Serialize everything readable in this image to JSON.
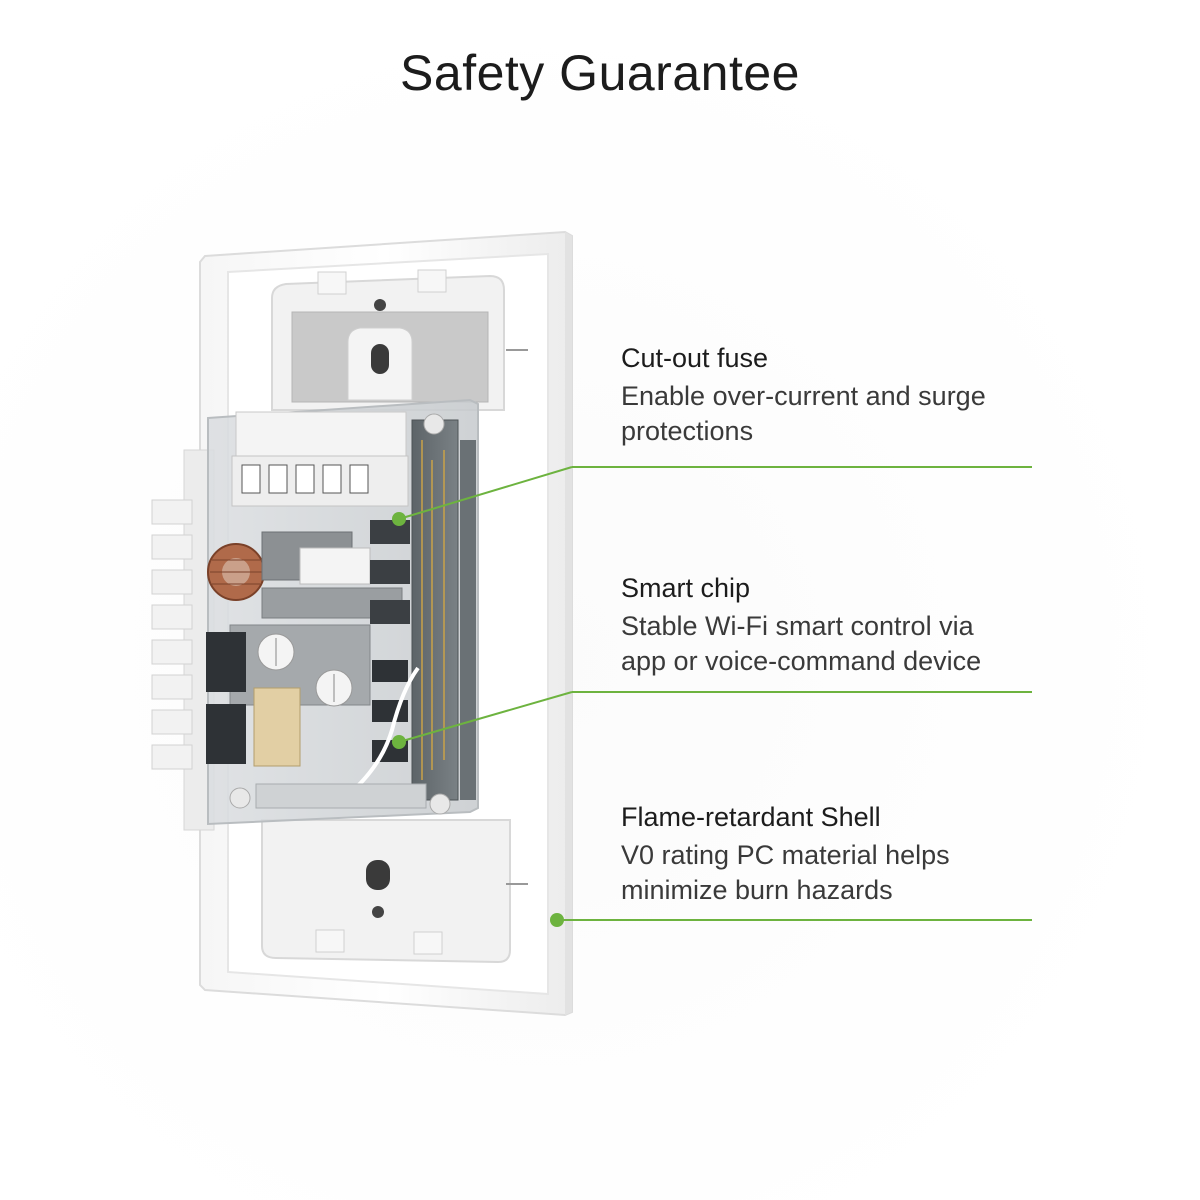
{
  "title": "Safety Guarantee",
  "accent_color": "#6db33f",
  "callouts": [
    {
      "heading": "Cut-out fuse",
      "desc_line1": "Enable over-current and surge",
      "desc_line2": "protections"
    },
    {
      "heading": "Smart chip",
      "desc_line1": "Stable Wi-Fi smart control via",
      "desc_line2": "app or voice-command device"
    },
    {
      "heading": "Flame-retardant Shell",
      "desc_line1": "V0 rating PC material helps",
      "desc_line2": "minimize burn hazards"
    }
  ]
}
